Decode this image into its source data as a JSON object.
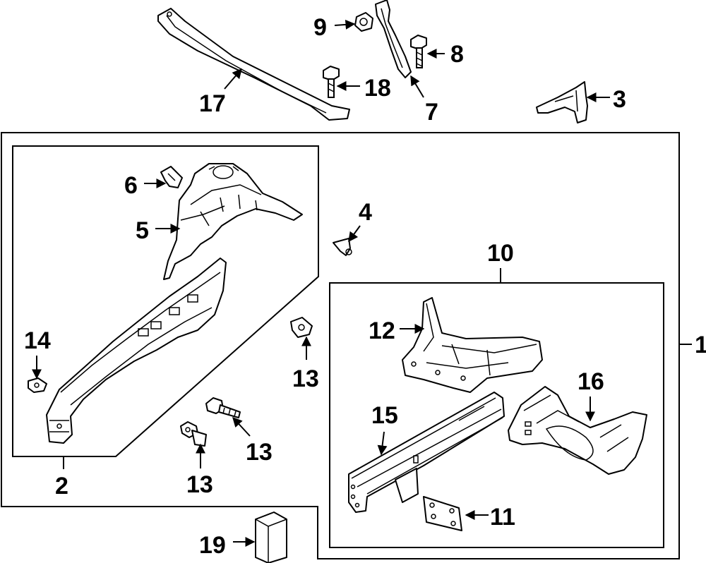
{
  "callouts": {
    "c1": "1",
    "c2": "2",
    "c3": "3",
    "c4": "4",
    "c5": "5",
    "c6": "6",
    "c7": "7",
    "c8": "8",
    "c9": "9",
    "c10": "10",
    "c11": "11",
    "c12": "12",
    "c13a": "13",
    "c13b": "13",
    "c13c": "13",
    "c14": "14",
    "c15": "15",
    "c16": "16",
    "c17": "17",
    "c18": "18",
    "c19": "19"
  },
  "colors": {
    "line": "#000000",
    "background": "#ffffff"
  }
}
